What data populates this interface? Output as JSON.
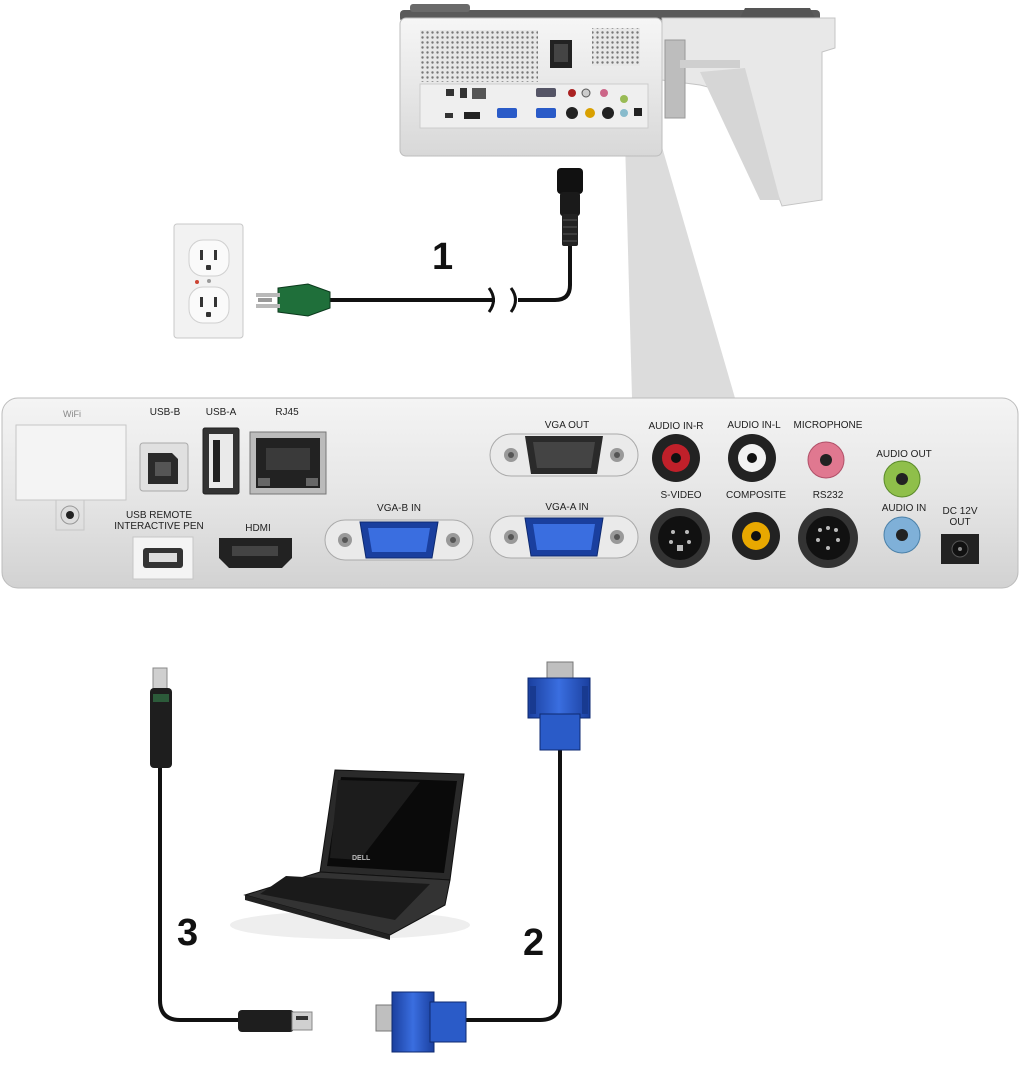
{
  "callouts": {
    "power": "1",
    "vga": "2",
    "usb": "3"
  },
  "panel_labels": {
    "wifi": "WiFi",
    "usb_b": "USB-B",
    "usb_a": "USB-A",
    "rj45": "RJ45",
    "vga_out": "VGA OUT",
    "audio_in_r": "AUDIO IN-R",
    "audio_in_l": "AUDIO IN-L",
    "microphone": "MICROPHONE",
    "audio_out": "AUDIO OUT",
    "usb_remote_line1": "USB REMOTE",
    "usb_remote_line2": "INTERACTIVE PEN",
    "hdmi": "HDMI",
    "vga_b_in": "VGA-B IN",
    "vga_a_in": "VGA-A IN",
    "s_video": "S-VIDEO",
    "composite": "COMPOSITE",
    "rs232": "RS232",
    "audio_in": "AUDIO IN",
    "dc_line1": "DC 12V",
    "dc_line2": "OUT"
  },
  "laptop_logo": "DELL",
  "colors": {
    "vga_blue": "#1f4fbf",
    "audio_red": "#c0202a",
    "audio_white": "#f2f2f2",
    "composite_yellow": "#e8a800",
    "mic_pink": "#e07890",
    "audio_out_green": "#8fbf4a",
    "audio_in_blue": "#7fb0d8",
    "plug_green": "#1f6f3a"
  }
}
